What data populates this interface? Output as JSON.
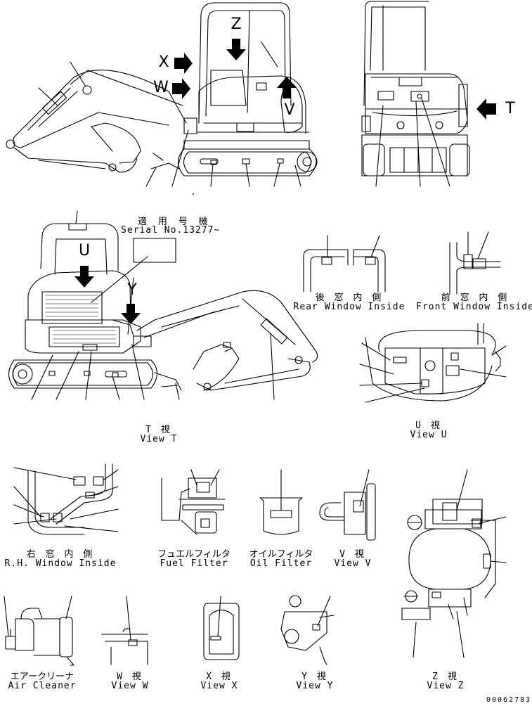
{
  "arrows": {
    "x": "X",
    "w": "W",
    "z": "Z",
    "v": "V",
    "t": "T",
    "u": "U",
    "y": "Y"
  },
  "serial": {
    "jp": "適 用 号 機",
    "en": "Serial No.13277~"
  },
  "labels": {
    "rear_window_jp": "後 窓 内 側",
    "rear_window_en": "Rear Window Inside",
    "front_window_jp": "前 窓 内 側",
    "front_window_en": "Front Window Inside",
    "view_t_jp": "T 視",
    "view_t_en": "View T",
    "view_u_jp": "U 視",
    "view_u_en": "View U",
    "rh_window_jp": "右 窓 内 側",
    "rh_window_en": "R.H. Window Inside",
    "fuel_filter_jp": "フュエルフィルタ",
    "fuel_filter_en": "Fuel Filter",
    "oil_filter_jp": "オイルフィルタ",
    "oil_filter_en": "Oil Filter",
    "view_v_jp": "V 視",
    "view_v_en": "View V",
    "air_cleaner_jp": "エアークリーナ",
    "air_cleaner_en": "Air Cleaner",
    "view_w_jp": "W 視",
    "view_w_en": "View W",
    "view_x_jp": "X 視",
    "view_x_en": "View X",
    "view_y_jp": "Y 視",
    "view_y_en": "View Y",
    "view_z_jp": "Z 視",
    "view_z_en": "View Z"
  },
  "misc": {
    "comma": ",",
    "drawing_number": "00062783"
  }
}
